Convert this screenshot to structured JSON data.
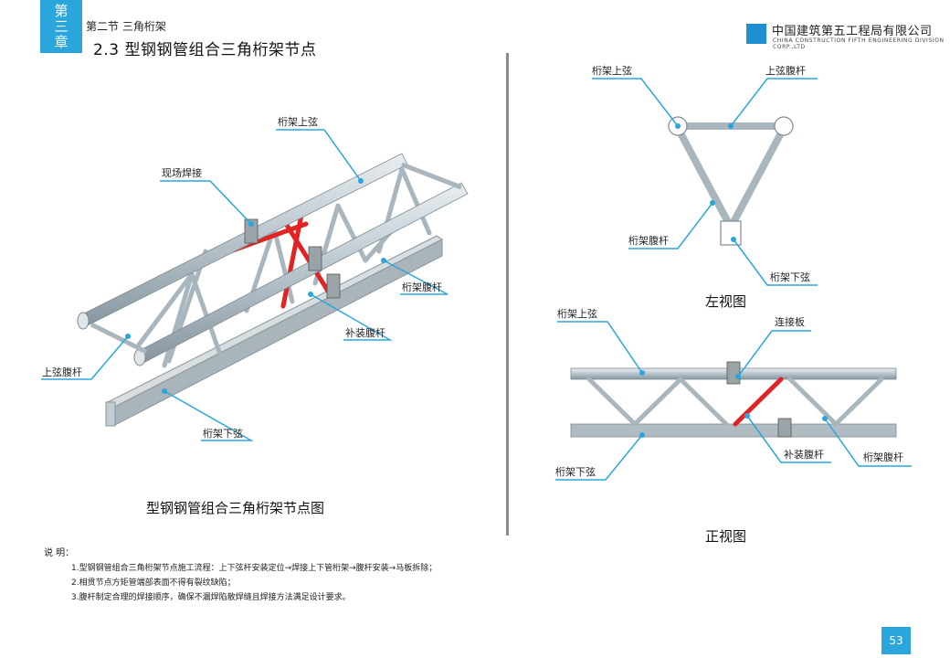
{
  "header": {
    "chapter_tab": [
      "第",
      "三",
      "章"
    ],
    "section": "第二节  三角桁架",
    "title": "2.3  型钢钢管组合三角桁架节点",
    "company_cn": "中国建筑第五工程局有限公司",
    "company_en": "CHINA CONSTRUCTION FIFTH ENGINEERING DIVISION CORP.,LTD"
  },
  "iso_view": {
    "caption": "型钢钢管组合三角桁架节点图",
    "labels": {
      "top_chord": "桁架上弦",
      "field_weld": "现场焊接",
      "web_member": "桁架腹杆",
      "repair_web": "补装腹杆",
      "top_web": "上弦腹杆",
      "bottom_chord": "桁架下弦"
    }
  },
  "left_view": {
    "caption": "左视图",
    "labels": {
      "top_chord": "桁架上弦",
      "top_web": "上弦腹杆",
      "web_member": "桁架腹杆",
      "bottom_chord": "桁架下弦"
    }
  },
  "front_view": {
    "caption": "正视图",
    "labels": {
      "top_chord": "桁架上弦",
      "connect_plate": "连接板",
      "repair_web": "补装腹杆",
      "web_member": "桁架腹杆",
      "bottom_chord": "桁架下弦"
    }
  },
  "notes": {
    "heading": "说  明：",
    "items": [
      "1.型钢钢管组合三角桁架节点施工流程：上下弦杆安装定位→焊接上下管桁架→腹杆安装→马板拆除；",
      "2.相贯节点方矩管端部表面不得有裂纹缺陷；",
      "3.腹杆制定合理的焊接顺序，确保不漏焊陷散焊缝且焊接方法满足设计要求。"
    ]
  },
  "page_number": "53",
  "colors": {
    "accent": "#2aa6dc",
    "steel": "#b8c4cc",
    "repair": "#e02424"
  }
}
